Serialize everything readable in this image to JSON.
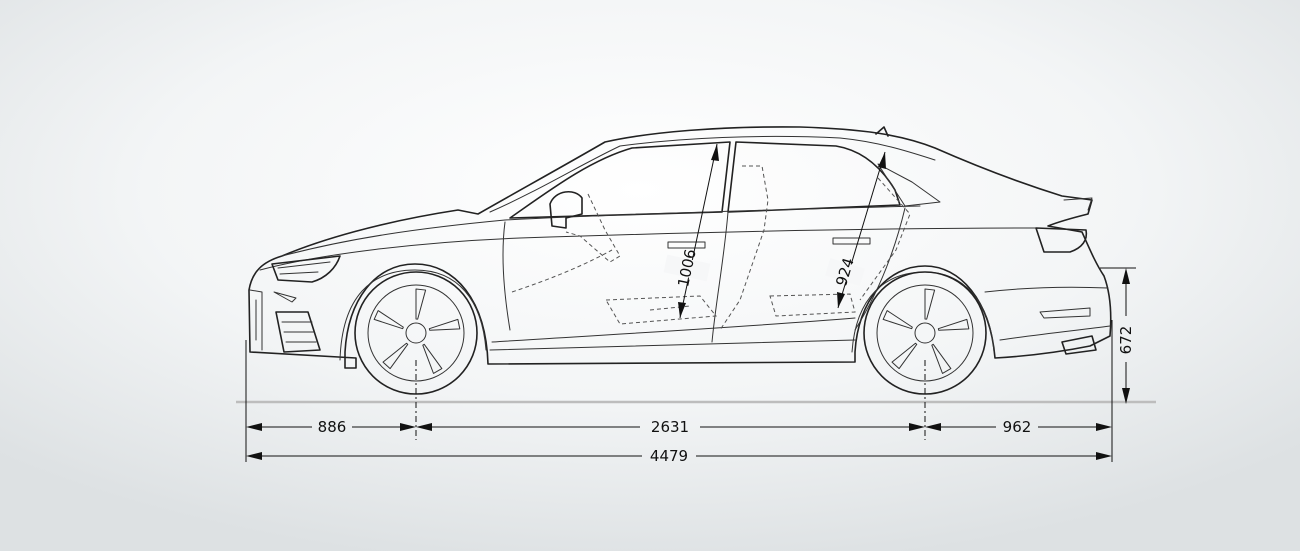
{
  "diagram": {
    "dimensions": {
      "front_overhang": "886",
      "wheelbase": "2631",
      "rear_overhang": "962",
      "overall_length": "4479",
      "rear_height": "672",
      "front_headroom": "1006",
      "rear_headroom": "924"
    },
    "colors": {
      "line": "#222222",
      "background": "#f3f5f6",
      "ground": "#bbbbbb"
    }
  }
}
